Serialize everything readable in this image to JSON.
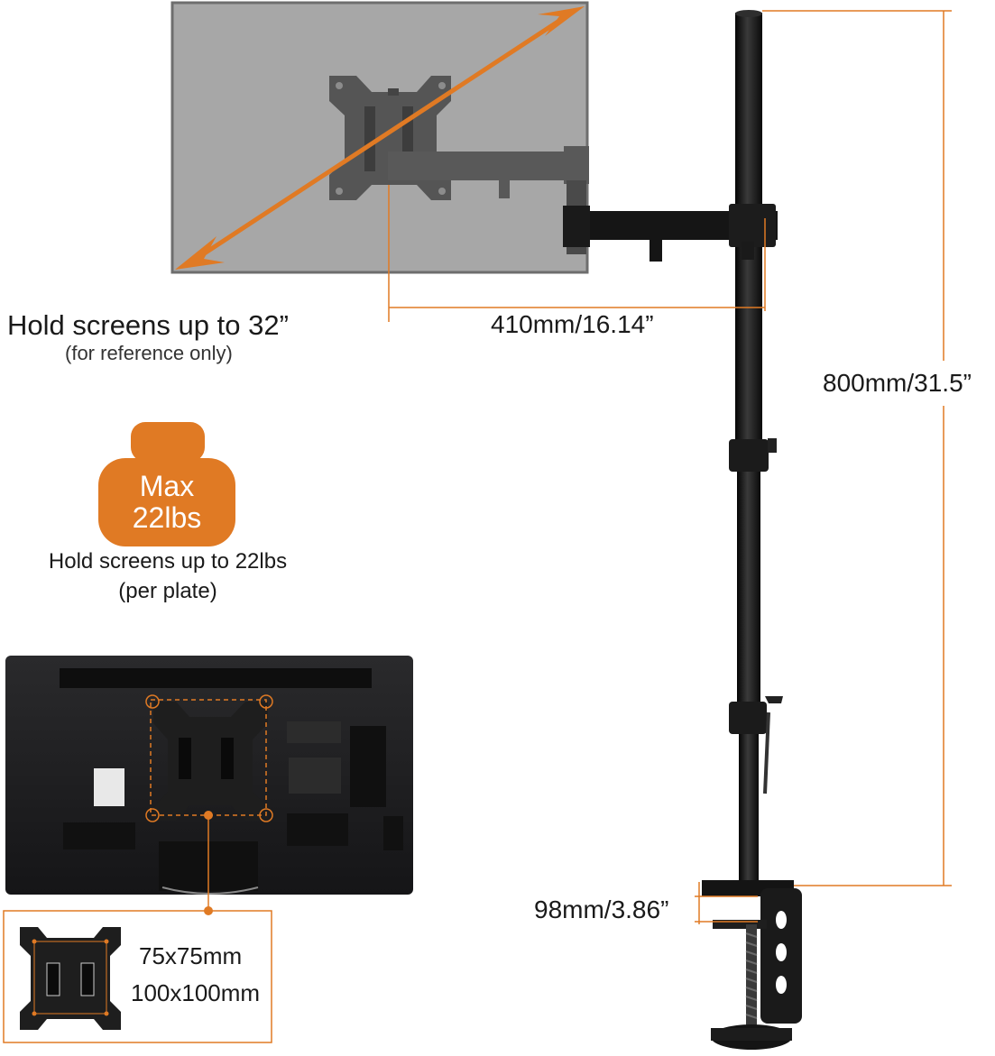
{
  "monitor_info": {
    "headline": "Hold screens up to 32”",
    "note": "(for reference only)"
  },
  "weight": {
    "badge_line1": "Max",
    "badge_line2": "22lbs",
    "caption_line1": "Hold screens up to 22lbs",
    "caption_line2": "(per plate)"
  },
  "dimensions": {
    "arm_reach": "410mm/16.14”",
    "pole_height": "800mm/31.5”",
    "clamp_thickness": "98mm/3.86”"
  },
  "vesa": {
    "size_small": "75x75mm",
    "size_large": "100x100mm"
  },
  "colors": {
    "accent": "#e07a24",
    "pole": "#141414",
    "screen": "#a7a7a7",
    "screen_border": "#6e6e6e"
  }
}
